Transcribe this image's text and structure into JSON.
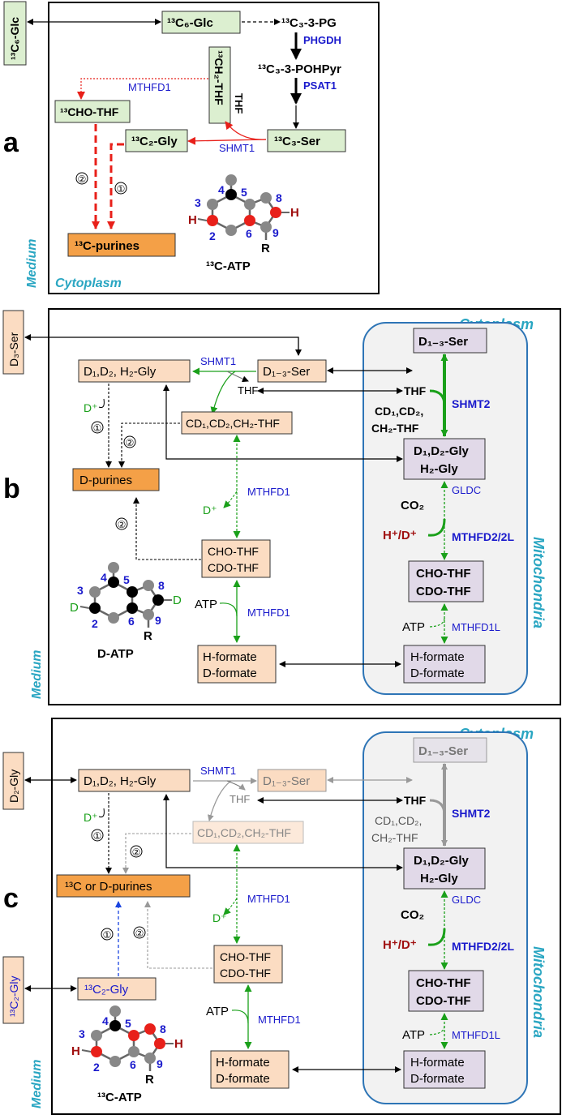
{
  "colors": {
    "green_box": "#dcefd0",
    "peach_box": "#fbdcc2",
    "orange_box": "#f4a047",
    "lav_box": "#e1d9e8",
    "mito_fill": "#f2f2f2",
    "mito_border": "#2e75b6",
    "red": "#e8201a",
    "dark_red": "#a01010",
    "green": "#1aa01a",
    "blue": "#1a1acc",
    "cyan": "#2aa6c2",
    "gray": "#808080"
  },
  "panel_a": {
    "letter": "a",
    "medium": "Medium",
    "cytoplasm": "Cytoplasm",
    "medium_glc": "¹³C₆-Glc",
    "glc": "¹³C₆-Glc",
    "pg": "¹³C₃-3-PG",
    "phgdh": "PHGDH",
    "pohpyr": "¹³C₃-3-POHPyr",
    "psat1": "PSAT1",
    "ch2thf": "¹³CH₂-THF",
    "mthfd1": "MTHFD1",
    "thf": "THF",
    "cho_thf": "¹³CHO-THF",
    "gly": "¹³C₂-Gly",
    "shmt1": "SHMT1",
    "ser": "¹³C₃-Ser",
    "route1": "①",
    "route2": "②",
    "purines": "¹³C-purines",
    "atp": "¹³C-ATP",
    "ring_nums": [
      "4",
      "5",
      "3",
      "8",
      "2",
      "6",
      "9"
    ],
    "h": "H",
    "r": "R"
  },
  "panel_b": {
    "letter": "b",
    "medium": "Medium",
    "cytoplasm": "Cytoplasm",
    "mitochondria": "Mitochondria",
    "medium_ser": "D₃-Ser",
    "gly": "D₁,D₂, H₂-Gly",
    "shmt1": "SHMT1",
    "ser": "D₁₋₃-Ser",
    "thf": "THF",
    "dplus": "D⁺",
    "ch2thf": "CD₁,CD₂,CH₂-THF",
    "purines": "D-purines",
    "mthfd1_top": "MTHFD1",
    "cho_thf_1": "CHO-THF",
    "cho_thf_2": "CDO-THF",
    "atp": "ATP",
    "mthfd1_bot": "MTHFD1",
    "formate_1": "H-formate",
    "formate_2": "D-formate",
    "ring_label": "D-ATP",
    "d": "D",
    "r": "R",
    "route1": "①",
    "route2": "②",
    "mito_ser": "D₁₋₃-Ser",
    "mito_thf": "THF",
    "mito_ch2_1": "CD₁,CD₂,",
    "mito_ch2_2": "CH₂-THF",
    "shmt2": "SHMT2",
    "mito_gly_1": "D₁,D₂-Gly",
    "mito_gly_2": "H₂-Gly",
    "co2": "CO₂",
    "gldc": "GLDC",
    "hd": "H⁺/D⁺",
    "mthfd2": "MTHFD2/2L",
    "mito_cho_1": "CHO-THF",
    "mito_cho_2": "CDO-THF",
    "mito_atp": "ATP",
    "mthfd1l": "MTHFD1L",
    "mito_formate_1": "H-formate",
    "mito_formate_2": "D-formate",
    "ring_nums": [
      "4",
      "5",
      "3",
      "8",
      "2",
      "6",
      "9"
    ]
  },
  "panel_c": {
    "letter": "c",
    "medium": "Medium",
    "cytoplasm": "Cytoplasm",
    "mitochondria": "Mitochondria",
    "medium_gly_d": "D₂-Gly",
    "medium_gly_c": "¹³C₂-Gly",
    "gly": "D₁,D₂, H₂-Gly",
    "shmt1": "SHMT1",
    "ser": "D₁₋₃-Ser",
    "thf": "THF",
    "dplus": "D⁺",
    "ch2thf": "CD₁,CD₂,CH₂-THF",
    "purines": "¹³C or D-purines",
    "c_gly": "¹³C₂-Gly",
    "mthfd1_top": "MTHFD1",
    "cho_thf_1": "CHO-THF",
    "cho_thf_2": "CDO-THF",
    "atp": "ATP",
    "mthfd1_bot": "MTHFD1",
    "formate_1": "H-formate",
    "formate_2": "D-formate",
    "ring_label": "¹³C-ATP",
    "h": "H",
    "r": "R",
    "route1": "①",
    "route2": "②",
    "mito_ser": "D₁₋₃-Ser",
    "mito_thf": "THF",
    "mito_ch2_1": "CD₁,CD₂,",
    "mito_ch2_2": "CH₂-THF",
    "shmt2": "SHMT2",
    "mito_gly_1": "D₁,D₂-Gly",
    "mito_gly_2": "H₂-Gly",
    "co2": "CO₂",
    "gldc": "GLDC",
    "hd": "H⁺/D⁺",
    "mthfd2": "MTHFD2/2L",
    "mito_cho_1": "CHO-THF",
    "mito_cho_2": "CDO-THF",
    "mito_atp": "ATP",
    "mthfd1l": "MTHFD1L",
    "mito_formate_1": "H-formate",
    "mito_formate_2": "D-formate",
    "ring_nums": [
      "4",
      "5",
      "3",
      "8",
      "2",
      "6",
      "9"
    ]
  }
}
